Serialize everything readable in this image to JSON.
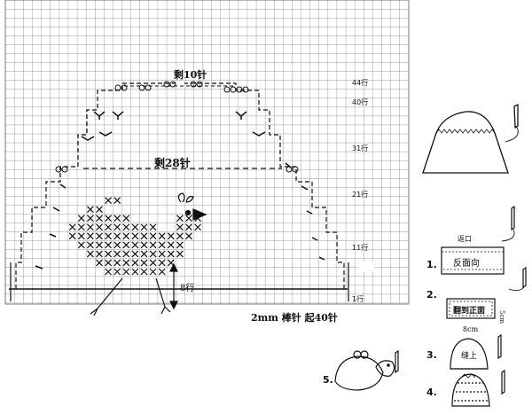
{
  "chart": {
    "grid_cols": 40,
    "row_labels": [
      "44行",
      "40行",
      "31行",
      "21行",
      "11行",
      "1行"
    ],
    "annotations": {
      "top_remaining": "剩10针",
      "middle_remaining": "剩28针",
      "chick_height": "8行",
      "cast_on": "2mm 棒针 起40针"
    }
  },
  "steps": [
    {
      "number": "1.",
      "label": "反面向",
      "note": "返口"
    },
    {
      "number": "2.",
      "label": "翻到正面",
      "height_note": "5cm",
      "width_note": "8cm"
    },
    {
      "number": "3.",
      "label": "缝上"
    },
    {
      "number": "4.",
      "label": ""
    },
    {
      "number": "5.",
      "label": ""
    }
  ],
  "icons": [
    "sewing-needle-icon",
    "bobble-icon",
    "increase-mark-icon",
    "chick-motif-icon"
  ]
}
